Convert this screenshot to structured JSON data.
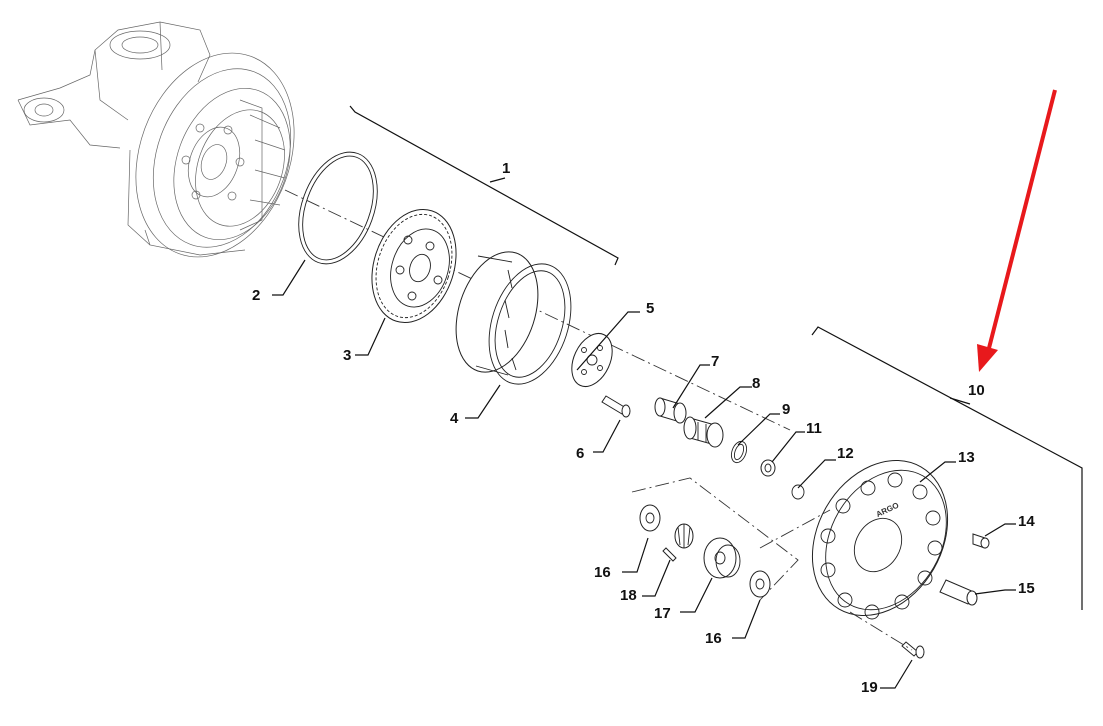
{
  "callouts": [
    {
      "id": "1",
      "text": "1"
    },
    {
      "id": "2",
      "text": "2"
    },
    {
      "id": "3",
      "text": "3"
    },
    {
      "id": "4",
      "text": "4"
    },
    {
      "id": "5",
      "text": "5"
    },
    {
      "id": "6",
      "text": "6"
    },
    {
      "id": "7",
      "text": "7"
    },
    {
      "id": "8",
      "text": "8"
    },
    {
      "id": "9",
      "text": "9"
    },
    {
      "id": "10",
      "text": "10"
    },
    {
      "id": "11",
      "text": "11"
    },
    {
      "id": "12",
      "text": "12"
    },
    {
      "id": "13",
      "text": "13"
    },
    {
      "id": "14",
      "text": "14"
    },
    {
      "id": "15",
      "text": "15"
    },
    {
      "id": "16a",
      "text": "16"
    },
    {
      "id": "16b",
      "text": "16"
    },
    {
      "id": "17",
      "text": "17"
    },
    {
      "id": "18",
      "text": "18"
    },
    {
      "id": "19",
      "text": "19"
    }
  ],
  "cover_marking": "ARGO",
  "arrow_color": "#e8191c",
  "arrow_target": "10"
}
